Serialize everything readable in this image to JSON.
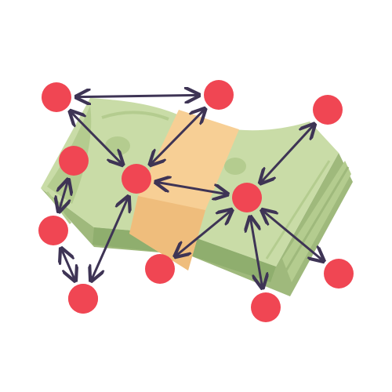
{
  "illustration": {
    "name": "money-stack",
    "colors": {
      "bill_light": "#c9dca7",
      "bill_mid": "#b4cc8f",
      "bill_dark": "#9fb97c",
      "bill_shadow": "#8fae6e",
      "band": "#f7cf95",
      "band_shadow": "#efbd7c"
    }
  },
  "network": {
    "node_color": "#f04653",
    "arrow_color": "#3e3455",
    "nodes": [
      {
        "id": "n1"
      },
      {
        "id": "n2"
      },
      {
        "id": "n3"
      },
      {
        "id": "n4"
      },
      {
        "id": "n5"
      },
      {
        "id": "n6"
      },
      {
        "id": "n7"
      },
      {
        "id": "n8"
      },
      {
        "id": "n9"
      },
      {
        "id": "n10"
      },
      {
        "id": "n11"
      },
      {
        "id": "n12"
      }
    ],
    "edges": [
      {
        "from": "n1",
        "to": "n2"
      },
      {
        "from": "n1",
        "to": "n5"
      },
      {
        "from": "n4",
        "to": "n7"
      },
      {
        "from": "n7",
        "to": "n10"
      },
      {
        "from": "n5",
        "to": "n2"
      },
      {
        "from": "n5",
        "to": "n6"
      },
      {
        "from": "n5",
        "to": "n11"
      },
      {
        "from": "n3",
        "to": "n6"
      },
      {
        "from": "n6",
        "to": "n8"
      },
      {
        "from": "n6",
        "to": "n9"
      },
      {
        "from": "n6",
        "to": "n12"
      }
    ]
  }
}
